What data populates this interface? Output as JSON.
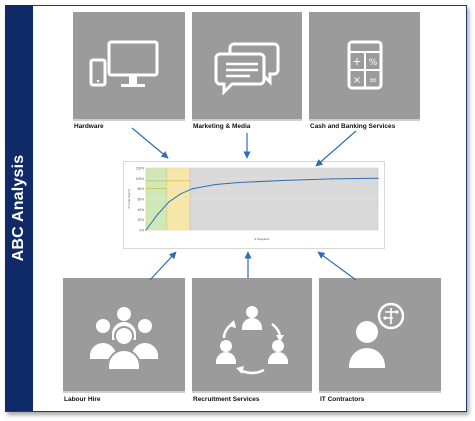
{
  "title": "ABC Analysis",
  "top_cards": [
    {
      "label": "Hardware",
      "icon": "computer-devices-icon"
    },
    {
      "label": "Marketing & Media",
      "icon": "chat-bubbles-icon"
    },
    {
      "label": "Cash and Banking Services",
      "icon": "calculator-icon"
    }
  ],
  "bottom_cards": [
    {
      "label": "Labour Hire",
      "icon": "group-people-icon"
    },
    {
      "label": "Recruitment Services",
      "icon": "people-cycle-icon"
    },
    {
      "label": "IT Contractors",
      "icon": "person-circuit-icon"
    }
  ],
  "colors": {
    "accent": "#0f2a66",
    "card": "#9b9b9b",
    "arrow": "#2f6eb5",
    "band_a": "#cfe8b8",
    "band_b": "#f6e7a8",
    "band_c": "#d9d9d9",
    "curve": "#2f6eb5"
  },
  "chart_data": {
    "type": "line",
    "xlabel": "# Suppliers",
    "ylabel": "% Total Spend",
    "yticks": [
      "120%",
      "100%",
      "80%",
      "60%",
      "40%",
      "20%",
      "0%"
    ],
    "ylim": [
      0,
      120
    ],
    "bands": [
      "A",
      "B",
      "C"
    ],
    "x": [
      0,
      5,
      10,
      15,
      20,
      30,
      40,
      60,
      80,
      100
    ],
    "y": [
      0,
      30,
      55,
      70,
      80,
      88,
      92,
      96,
      99,
      100
    ]
  }
}
